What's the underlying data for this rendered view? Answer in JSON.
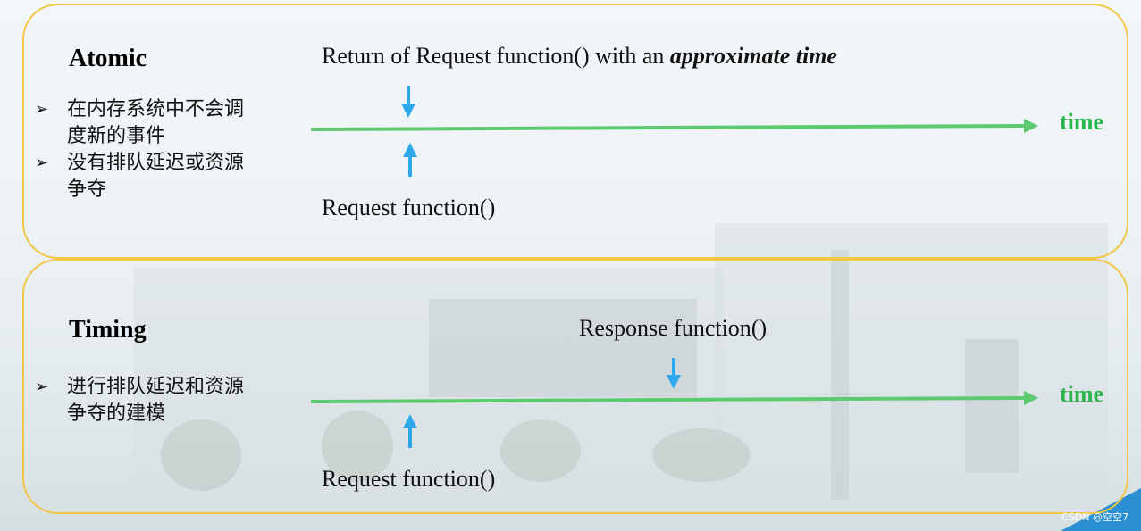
{
  "atomic": {
    "title": "Atomic",
    "bullets": [
      "在内存系统中不会调度新的事件",
      "没有排队延迟或资源争夺"
    ],
    "return_label_prefix": "Return of Request function() with an ",
    "return_label_emphasis": "approximate time",
    "request_label": "Request function()",
    "time_label": "time"
  },
  "timing": {
    "title": "Timing",
    "bullets": [
      "进行排队延迟和资源争夺的建模"
    ],
    "response_label": "Response function()",
    "request_label": "Request function()",
    "time_label": "time"
  },
  "colors": {
    "border": "#f2c545",
    "timeline": "#5ccb6f",
    "time_text": "#2db54d",
    "arrow": "#2ea8ea"
  },
  "watermark": "CSDN @空空7"
}
